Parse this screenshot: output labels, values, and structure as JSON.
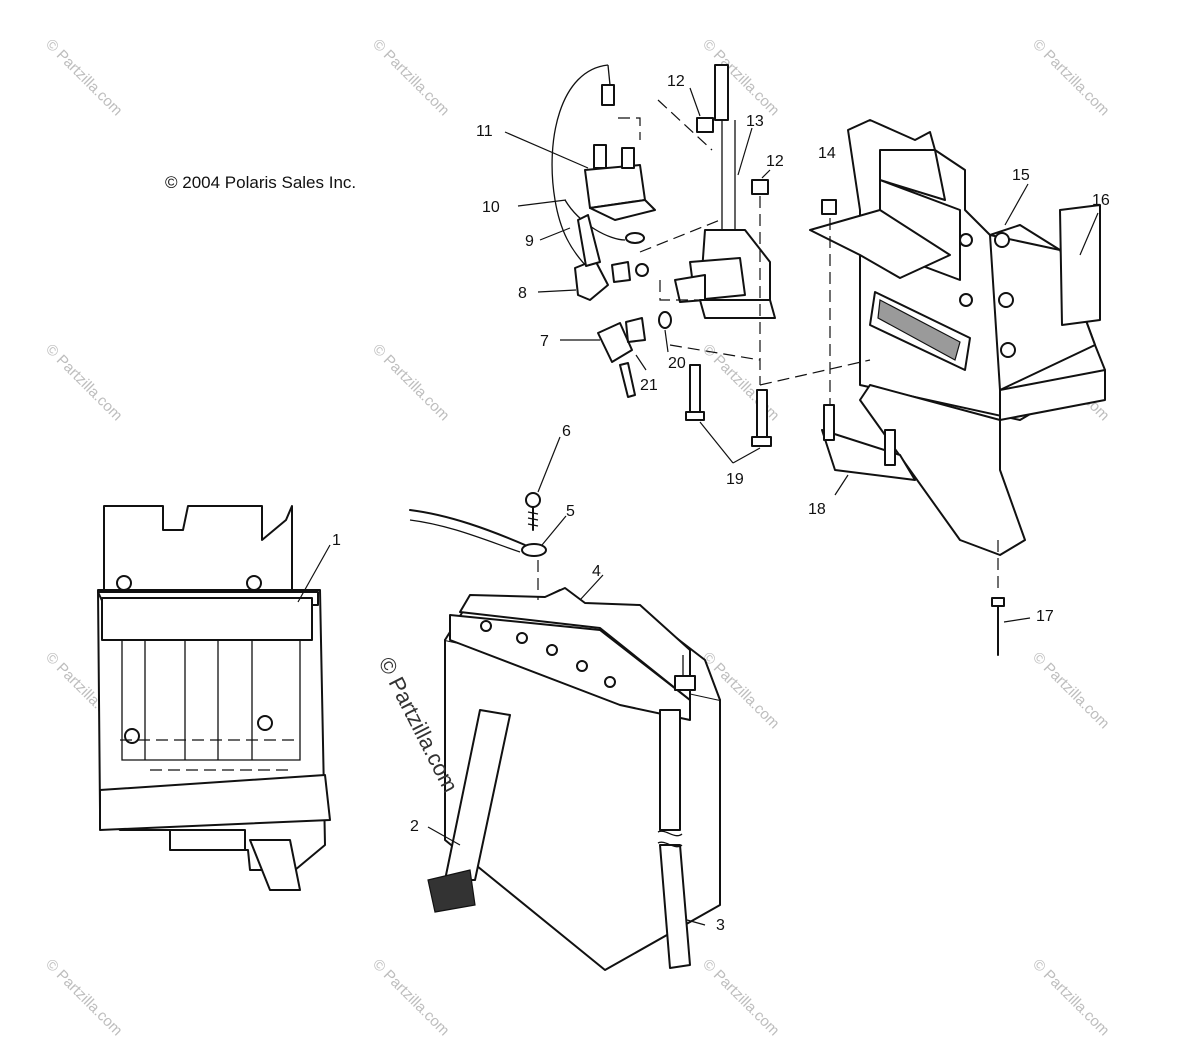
{
  "copyright": "© 2004 Polaris Sales Inc.",
  "watermark": "© Partzilla.com",
  "center_watermark": "© Partzilla.com",
  "callouts": {
    "c1": "1",
    "c2": "2",
    "c3": "3",
    "c4": "4",
    "c5": "5",
    "c6": "6",
    "c7": "7",
    "c8": "8",
    "c9": "9",
    "c10": "10",
    "c11": "11",
    "c12a": "12",
    "c12b": "12",
    "c13": "13",
    "c14": "14",
    "c15": "15",
    "c16": "16",
    "c17": "17",
    "c18": "18",
    "c19": "19",
    "c20": "20",
    "c21": "21"
  },
  "colors": {
    "line": "#111111",
    "background": "#ffffff",
    "watermark": "#bdbdbd",
    "shade": "#9a9a9a"
  }
}
